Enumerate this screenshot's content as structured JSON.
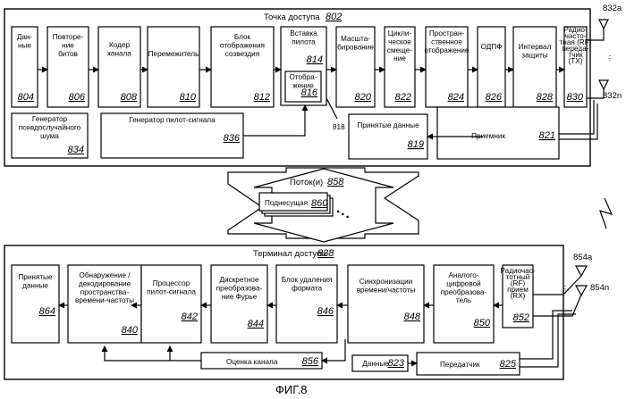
{
  "access_point": {
    "title": "Точка доступа",
    "number": "802",
    "blocks": [
      {
        "id": "data",
        "lines": [
          "Дан-",
          "ные"
        ],
        "number": "804"
      },
      {
        "id": "bit-repeat",
        "lines": [
          "Повторе-",
          "ние",
          "битов"
        ],
        "number": "806"
      },
      {
        "id": "channel-coder",
        "lines": [
          "Кодер",
          "канала"
        ],
        "number": "808"
      },
      {
        "id": "interleaver",
        "lines": [
          "Перемежитель"
        ],
        "number": "810"
      },
      {
        "id": "constellation-map",
        "lines": [
          "Блок",
          "отображения",
          "созвездия"
        ],
        "number": "812"
      },
      {
        "id": "pilot-insert",
        "lines": [
          "Вставка",
          "пилота"
        ],
        "number": "814"
      },
      {
        "id": "mapping",
        "lines": [
          "Отобра-",
          "жение"
        ],
        "number": "816"
      },
      {
        "id": "scaling",
        "lines": [
          "Масшта-",
          "бирование"
        ],
        "number": "820"
      },
      {
        "id": "cyclic-shift",
        "lines": [
          "Цикли-",
          "ческое",
          "смеще-",
          "ние"
        ],
        "number": "822"
      },
      {
        "id": "spatial-map",
        "lines": [
          "Простран-",
          "ственное",
          "отображение"
        ],
        "number": "824"
      },
      {
        "id": "idft",
        "lines": [
          "ОДПФ"
        ],
        "number": "826"
      },
      {
        "id": "guard-interval",
        "lines": [
          "Интервал",
          "защиты"
        ],
        "number": "828"
      },
      {
        "id": "rf-tx",
        "lines": [
          "Радио-",
          "часто-",
          "тная (RF)",
          "переда-",
          "тчик",
          "(TX)"
        ],
        "number": "830"
      },
      {
        "id": "pn-generator",
        "lines": [
          "Генератор",
          "псевдослучайного",
          "шума"
        ],
        "number": "834"
      },
      {
        "id": "pilot-generator",
        "lines": [
          "Генератор пилот-сигнала"
        ],
        "number": "836"
      },
      {
        "id": "received-data-ap",
        "lines": [
          "Принятые данные"
        ],
        "number": "819"
      },
      {
        "id": "receiver",
        "lines": [
          "Приемник"
        ],
        "number": "821"
      }
    ],
    "connector_label": "818",
    "antennas": [
      "832a",
      "832n"
    ]
  },
  "stream": {
    "label": "Поток(и)",
    "number": "858",
    "subcarrier_label": "Поднесущая",
    "subcarrier_number": "860"
  },
  "terminal": {
    "title": "Терминал доступа",
    "number": "838",
    "blocks": [
      {
        "id": "received-data-at",
        "lines": [
          "Принятые",
          "данные"
        ],
        "number": "864"
      },
      {
        "id": "detection",
        "lines": [
          "Обнаружение /",
          "декодирование",
          "пространства-",
          "времени-частоты"
        ],
        "number": "840"
      },
      {
        "id": "pilot-processor",
        "lines": [
          "Процессор",
          "пилот-сигнала"
        ],
        "number": "842"
      },
      {
        "id": "dft",
        "lines": [
          "Дискретное",
          "преобразова-",
          "ние Фурье"
        ],
        "number": "844"
      },
      {
        "id": "format-removal",
        "lines": [
          "Блок удаления",
          "формата"
        ],
        "number": "846"
      },
      {
        "id": "time-freq-sync",
        "lines": [
          "Синхронизации",
          "времени/частоты"
        ],
        "number": "848"
      },
      {
        "id": "adc",
        "lines": [
          "Аналого-",
          "цифровой",
          "преобразова-",
          "тель"
        ],
        "number": "850"
      },
      {
        "id": "rf-rx",
        "lines": [
          "Радиочас-",
          "тотный",
          "(RF)",
          "прием",
          "(RX)"
        ],
        "number": "852"
      },
      {
        "id": "channel-estimation",
        "lines": [
          "Оценка канала"
        ],
        "number": "856"
      },
      {
        "id": "data-at",
        "lines": [
          "Данные"
        ],
        "number": "823"
      },
      {
        "id": "transmitter",
        "lines": [
          "Передатчик"
        ],
        "number": "825"
      }
    ],
    "antennas": [
      "854a",
      "854n"
    ]
  },
  "figure_caption": "ФИГ.8"
}
